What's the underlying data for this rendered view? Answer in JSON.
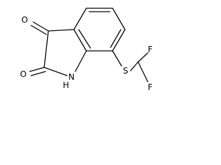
{
  "molecule": {
    "atoms": {
      "o_top": "O",
      "o_bottom": "O",
      "nh_n": "N",
      "nh_h": "H",
      "s": "S",
      "f_top": "F",
      "f_bottom": "F"
    }
  },
  "colors": {
    "bond": "#000000",
    "label": "#000000",
    "background": "#ffffff"
  }
}
